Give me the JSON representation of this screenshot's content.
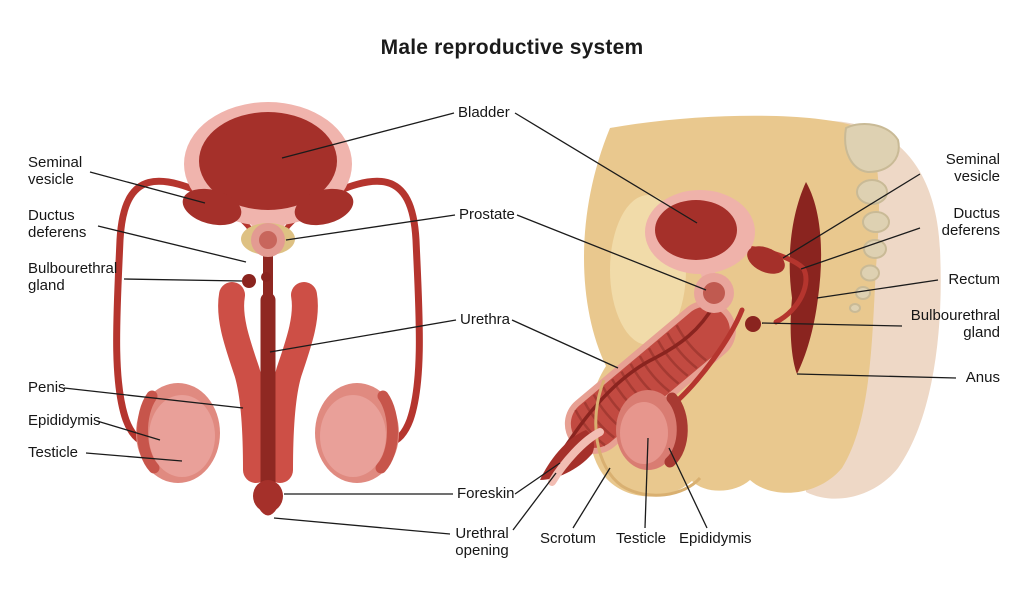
{
  "title": "Male reproductive system",
  "labels": {
    "frontal": {
      "seminal_vesicle": "Seminal vesicle",
      "ductus_deferens": "Ductus deferens",
      "bulbourethral_gland": "Bulbourethral gland",
      "penis": "Penis",
      "epididymis": "Epididymis",
      "testicle": "Testicle"
    },
    "center": {
      "bladder": "Bladder",
      "prostate": "Prostate",
      "urethra": "Urethra",
      "foreskin": "Foreskin",
      "urethral_opening": "Urethral opening"
    },
    "bottom": {
      "scrotum": "Scrotum",
      "testicle": "Testicle",
      "epididymis": "Epididymis"
    },
    "sagittal": {
      "seminal_vesicle": "Seminal vesicle",
      "ductus_deferens": "Ductus deferens",
      "rectum": "Rectum",
      "bulbourethral_gland": "Bulbourethral gland",
      "anus": "Anus"
    }
  },
  "colors": {
    "dark_red": "#a5302a",
    "deep_red": "#8a241f",
    "mid_red": "#c24a41",
    "tube_red": "#b5352e",
    "pink": "#efb2aa",
    "salmon": "#e08a80",
    "skin_tan": "#e9c88e",
    "skin_light": "#eed8c6",
    "bone": "#ded1b2",
    "leader_line": "#1b1b1b",
    "background": "#ffffff"
  }
}
